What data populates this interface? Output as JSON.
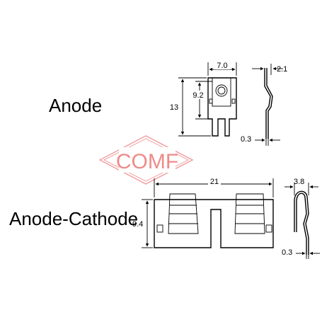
{
  "labels": {
    "anode": "Anode",
    "anode_cathode": "Anode-Cathode"
  },
  "watermark": {
    "text": "COMF",
    "color": "#f08a8a"
  },
  "dimensions": {
    "anode_width": "7.0",
    "anode_thickness_top": "2.1",
    "anode_height": "13",
    "anode_inner_height": "9.2",
    "anode_thickness_bottom": "0.3",
    "ac_width": "21",
    "ac_height": "9.4",
    "ac_side_width": "3.8",
    "ac_thickness": "0.3"
  },
  "colors": {
    "line": "#000000",
    "background": "#ffffff"
  }
}
